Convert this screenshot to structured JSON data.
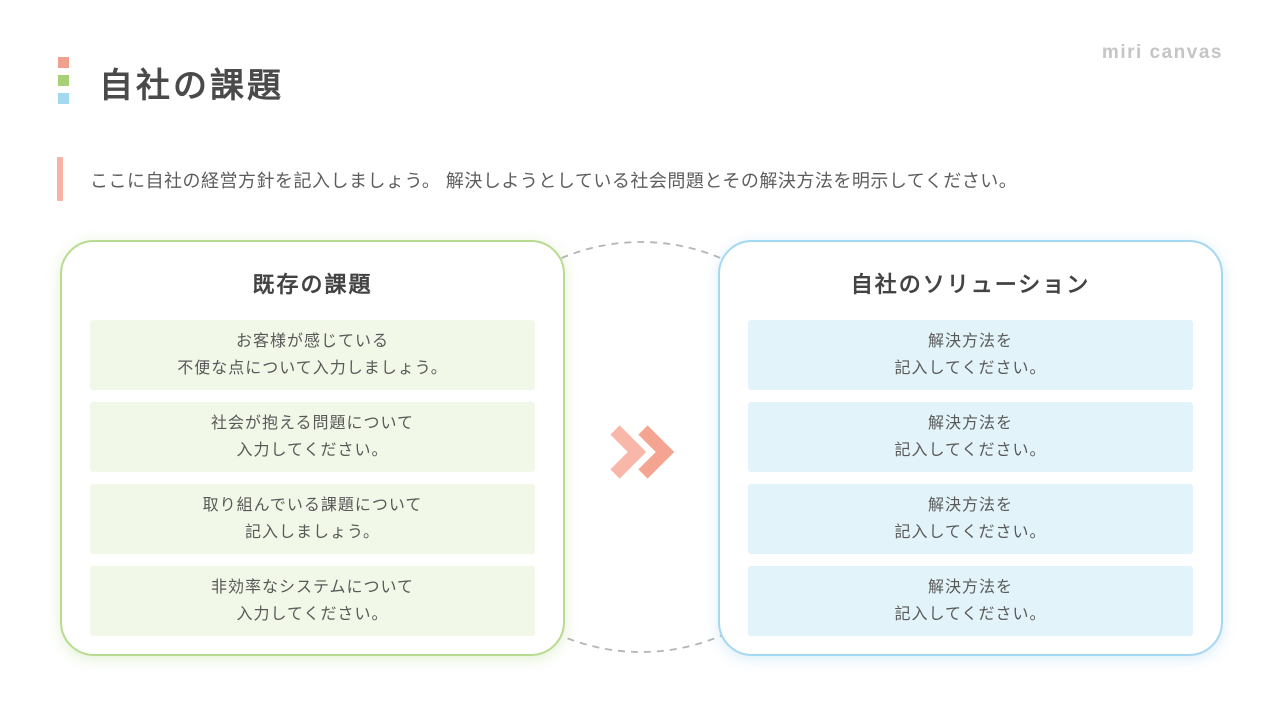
{
  "brand": {
    "logo_text": "miri canvas"
  },
  "header": {
    "title": "自社の課題",
    "subtitle": "ここに自社の経営方針を記入しましょう。 解決しようとしている社会問題とその解決方法を明示してください。"
  },
  "left_panel": {
    "title": "既存の課題",
    "items": [
      {
        "line1": "お客様が感じている",
        "line2": "不便な点について入力しましょう。"
      },
      {
        "line1": "社会が抱える問題について",
        "line2": "入力してください。"
      },
      {
        "line1": "取り組んでいる課題について",
        "line2": "記入しましょう。"
      },
      {
        "line1": "非効率なシステムについて",
        "line2": "入力してください。"
      }
    ]
  },
  "right_panel": {
    "title": "自社のソリューション",
    "items": [
      {
        "line1": "解決方法を",
        "line2": "記入してください。"
      },
      {
        "line1": "解決方法を",
        "line2": "記入してください。"
      },
      {
        "line1": "解決方法を",
        "line2": "記入してください。"
      },
      {
        "line1": "解決方法を",
        "line2": "記入してください。"
      }
    ]
  },
  "icons": {
    "arrow": "double-chevron-right-icon"
  },
  "colors": {
    "accent_salmon": "#efa18d",
    "accent_green": "#a7cf76",
    "accent_blue": "#a2d9ef",
    "subtitle_bar": "#f7b3a5",
    "left_panel_border": "#b7db90",
    "left_item_bg": "#f1f8e7",
    "right_panel_border": "#a5d7f1",
    "right_item_bg": "#e2f3fa",
    "chevron": "#f4a491",
    "title_text": "#4a4a4a",
    "body_text": "#595959",
    "logo_text": "#c5c5c5"
  }
}
